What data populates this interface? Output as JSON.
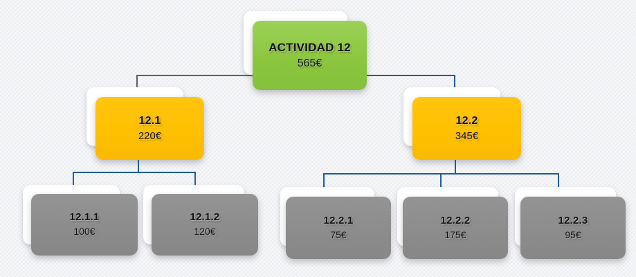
{
  "diagram": {
    "type": "work-breakdown-structure",
    "currency_symbol": "€",
    "palette": {
      "background": "#fafafa",
      "root_fill": "#8CC63F",
      "level2_fill": "#FFC000",
      "level3_fill": "#8C8C8C",
      "ghost_fill": "#FFFFFF",
      "connector_blue": "#1F5C99",
      "connector_gray": "#5E5E5E",
      "text": "#111111"
    },
    "nodes": {
      "root": {
        "id": "actividad-12",
        "title": "ACTIVIDAD 12",
        "amount": "565€",
        "level": 1
      },
      "level2": [
        {
          "id": "12-1",
          "title": "12.1",
          "amount": "220€",
          "level": 2
        },
        {
          "id": "12-2",
          "title": "12.2",
          "amount": "345€",
          "level": 2
        }
      ],
      "level3": [
        {
          "id": "12-1-1",
          "title": "12.1.1",
          "amount": "100€",
          "level": 3,
          "parent": "12.1"
        },
        {
          "id": "12-1-2",
          "title": "12.1.2",
          "amount": "120€",
          "level": 3,
          "parent": "12.1"
        },
        {
          "id": "12-2-1",
          "title": "12.2.1",
          "amount": "75€",
          "level": 3,
          "parent": "12.2"
        },
        {
          "id": "12-2-2",
          "title": "12.2.2",
          "amount": "175€",
          "level": 3,
          "parent": "12.2"
        },
        {
          "id": "12-2-3",
          "title": "12.2.3",
          "amount": "95€",
          "level": 3,
          "parent": "12.2"
        }
      ]
    }
  }
}
